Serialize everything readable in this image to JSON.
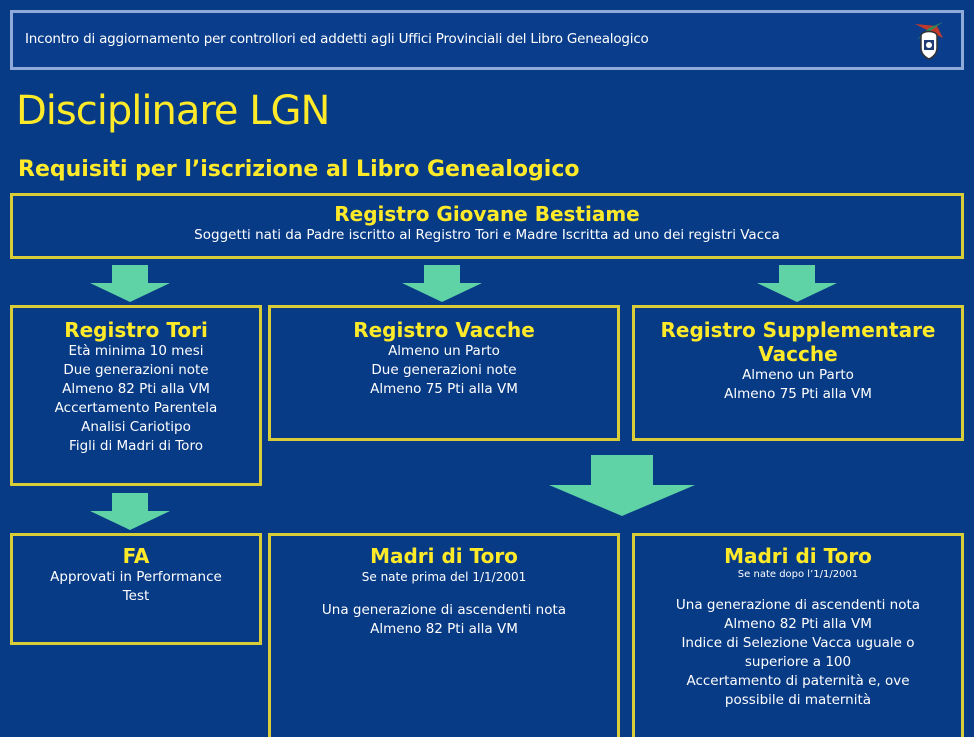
{
  "header": {
    "banner_text": "Incontro di aggiornamento per controllori ed addetti agli Uffici Provinciali del Libro Genealogico",
    "logo_icon": "emblem-icon"
  },
  "title": "Disciplinare LGN",
  "subtitle": "Requisiti per l’iscrizione al Libro Genealogico",
  "colors": {
    "background": "#083b86",
    "heading": "#ffea2a",
    "box_border": "#d9cc39",
    "arrow": "#5fd3a6",
    "text": "#ffffff"
  },
  "top_box": {
    "title": "Registro Giovane Bestiame",
    "text": "Soggetti nati da Padre iscritto al Registro Tori e  Madre Iscritta ad uno dei registri Vacca"
  },
  "tori": {
    "title": "Registro Tori",
    "lines": [
      "Età minima 10 mesi",
      "Due generazioni note",
      "Almeno 82 Pti alla VM",
      "Accertamento Parentela",
      "Analisi Cariotipo",
      "Figli di Madri di Toro"
    ]
  },
  "vacche": {
    "title": "Registro Vacche",
    "lines": [
      "Almeno un Parto",
      "Due generazioni note",
      "Almeno 75 Pti alla VM"
    ]
  },
  "supplementare": {
    "title_1": "Registro Supplementare",
    "title_2": "Vacche",
    "lines": [
      "Almeno un Parto",
      "Almeno 75 Pti alla VM"
    ]
  },
  "fa": {
    "title": "FA",
    "lines": [
      "Approvati in Performance",
      "Test"
    ]
  },
  "madri1": {
    "title": "Madri di Toro",
    "note": "Se nate prima del 1/1/2001",
    "lines": [
      "Una generazione di ascendenti nota",
      "Almeno 82 Pti alla VM"
    ]
  },
  "madri2": {
    "title": "Madri di Toro",
    "note": "Se nate dopo l’1/1/2001",
    "lines": [
      "Una generazione di ascendenti nota",
      "Almeno 82 Pti alla VM",
      "Indice di Selezione Vacca uguale o",
      "superiore a 100",
      "Accertamento di paternità e, ove",
      "possibile di maternità"
    ]
  }
}
